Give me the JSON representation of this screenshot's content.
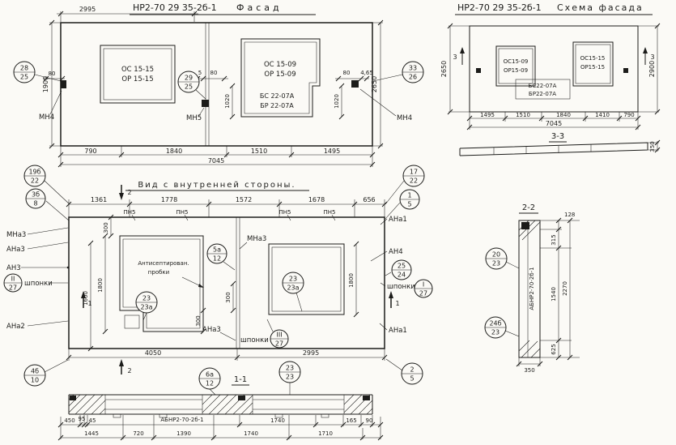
{
  "colors": {
    "paper": "#fbfaf6",
    "ink": "#1c1c1a"
  },
  "facade": {
    "title_code": "НР2-70 29 35-2б-1",
    "title_name": "Фасад",
    "dim_top": "2995",
    "dim_left": "1900",
    "dim_right": "2650",
    "win1_line1": "ОС 15-15",
    "win1_line2": "ОР 15-15",
    "win2_line1": "ОС 15-09",
    "win2_line2": "ОР 15-09",
    "balcony_line1": "БС 22-07А",
    "balcony_line2": "БР 22-07А",
    "d80_left": "80",
    "d5_mid": "5",
    "d80_mid": "80",
    "d80_right": "80",
    "d465": "4,65",
    "d1020_left": "1020",
    "d1020_right": "1020",
    "marker_mn4_left": "МН4",
    "marker_mn5": "МН5",
    "marker_mn4_right": "МН4",
    "dims_bottom": [
      "790",
      "1840",
      "1510",
      "1495"
    ],
    "dim_total": "7045",
    "callout_left_top": "28",
    "callout_left_bot": "25",
    "callout_mid_top": "29",
    "callout_mid_bot": "25",
    "callout_right_top": "33",
    "callout_right_bot": "26"
  },
  "scheme": {
    "title_code": "НР2-70 29 35-2б-1",
    "title_name": "Схема фасада",
    "win1_line1": "ОС15-09",
    "win1_line2": "ОР15-09",
    "win2_line1": "ОС15-15",
    "win2_line2": "ОР15-15",
    "balcony_line1": "БС22-07А",
    "balcony_line2": "БР22-07А",
    "dim_left": "2650",
    "dim_right": "2900",
    "dims_bottom": [
      "1495",
      "1510",
      "1840",
      "1410",
      "790"
    ],
    "dim_total": "7045",
    "mark_3": "3",
    "section_title": "3-3",
    "dim_350": "350"
  },
  "inner": {
    "title": "Вид с внутренней стороны.",
    "dims_top": [
      "1361",
      "1778",
      "1572",
      "1678",
      "656"
    ],
    "pn5": "ПН5",
    "labels": {
      "mna3_left": "МНа3",
      "ana3_left": "АНа3",
      "an3": "АН3",
      "ana2": "АНа2",
      "ana1_top": "АНа1",
      "an4": "АН4",
      "ana1_bot": "АНа1",
      "mna3_mid": "МНа3",
      "ana3_mid": "АНа3"
    },
    "shponki": "шпонки",
    "note_line1": "Антисептирован.",
    "note_line2": "пробки",
    "d300_a": "300",
    "d300_b": "300",
    "d300_c": "300",
    "d1600": "1600",
    "d1800_left": "1800",
    "d1800_right": "1800",
    "dims_bottom": [
      "4050",
      "2995"
    ],
    "mark_1": "1",
    "mark_2": "2",
    "callouts": {
      "c19b_top": "19б",
      "c19b_bot": "22",
      "c3b_top": "3б",
      "c3b_bot": "8",
      "c17_top": "17",
      "c17_bot": "22",
      "c1_top": "1",
      "c1_bot": "5",
      "cII_top": "II",
      "cII_bot": "27",
      "c5a_top": "5а",
      "c5a_bot": "12",
      "c23L_top": "23",
      "c23L_bot": "23а",
      "c23R_top": "23",
      "c23R_bot": "23а",
      "c25_top": "25",
      "c25_bot": "24",
      "cI_top": "I",
      "cI_bot": "27",
      "cIII_top": "III",
      "cIII_bot": "27",
      "c4b_top": "4б",
      "c4b_bot": "10",
      "c6a_top": "6а",
      "c6a_bot": "12",
      "c23_top": "23",
      "c23_bot": "23",
      "c2_top": "2",
      "c2_bot": "5"
    }
  },
  "section22": {
    "title": "2-2",
    "body_label": "АБНР2-70-2б-1",
    "d128": "128",
    "d315": "315",
    "d1540": "1540",
    "d2270": "2270",
    "d625": "625",
    "d350": "350",
    "callout_a_top": "20",
    "callout_a_bot": "23",
    "callout_b_top": "24б",
    "callout_b_bot": "23"
  },
  "section11": {
    "title": "1-1",
    "body_label": "АБНР2-70-2б-1",
    "dims_row1": [
      "450",
      "95",
      "45",
      "1740",
      "165",
      "90"
    ],
    "dims_row2": [
      "1445",
      "720",
      "1390",
      "1740",
      "1710"
    ]
  }
}
